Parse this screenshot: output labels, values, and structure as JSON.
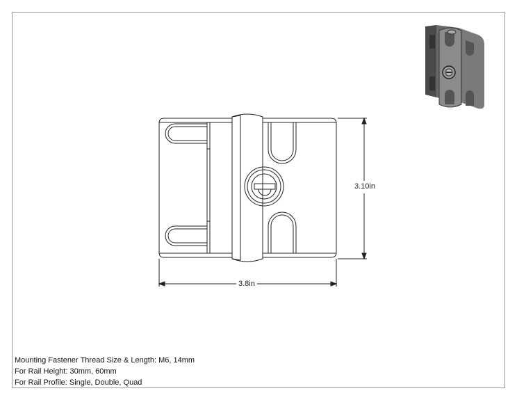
{
  "dimensions": {
    "height_label": "3.10in",
    "width_label": "3.8in"
  },
  "notes": [
    "Mounting Fastener Thread Size & Length: M6, 14mm",
    "For Rail Height: 30mm, 60mm",
    "For Rail Profile: Single, Double, Quad"
  ],
  "colors": {
    "line": "#222222",
    "thumbnail_body": "#6e6e6e",
    "thumbnail_dark": "#3a3a3a"
  }
}
